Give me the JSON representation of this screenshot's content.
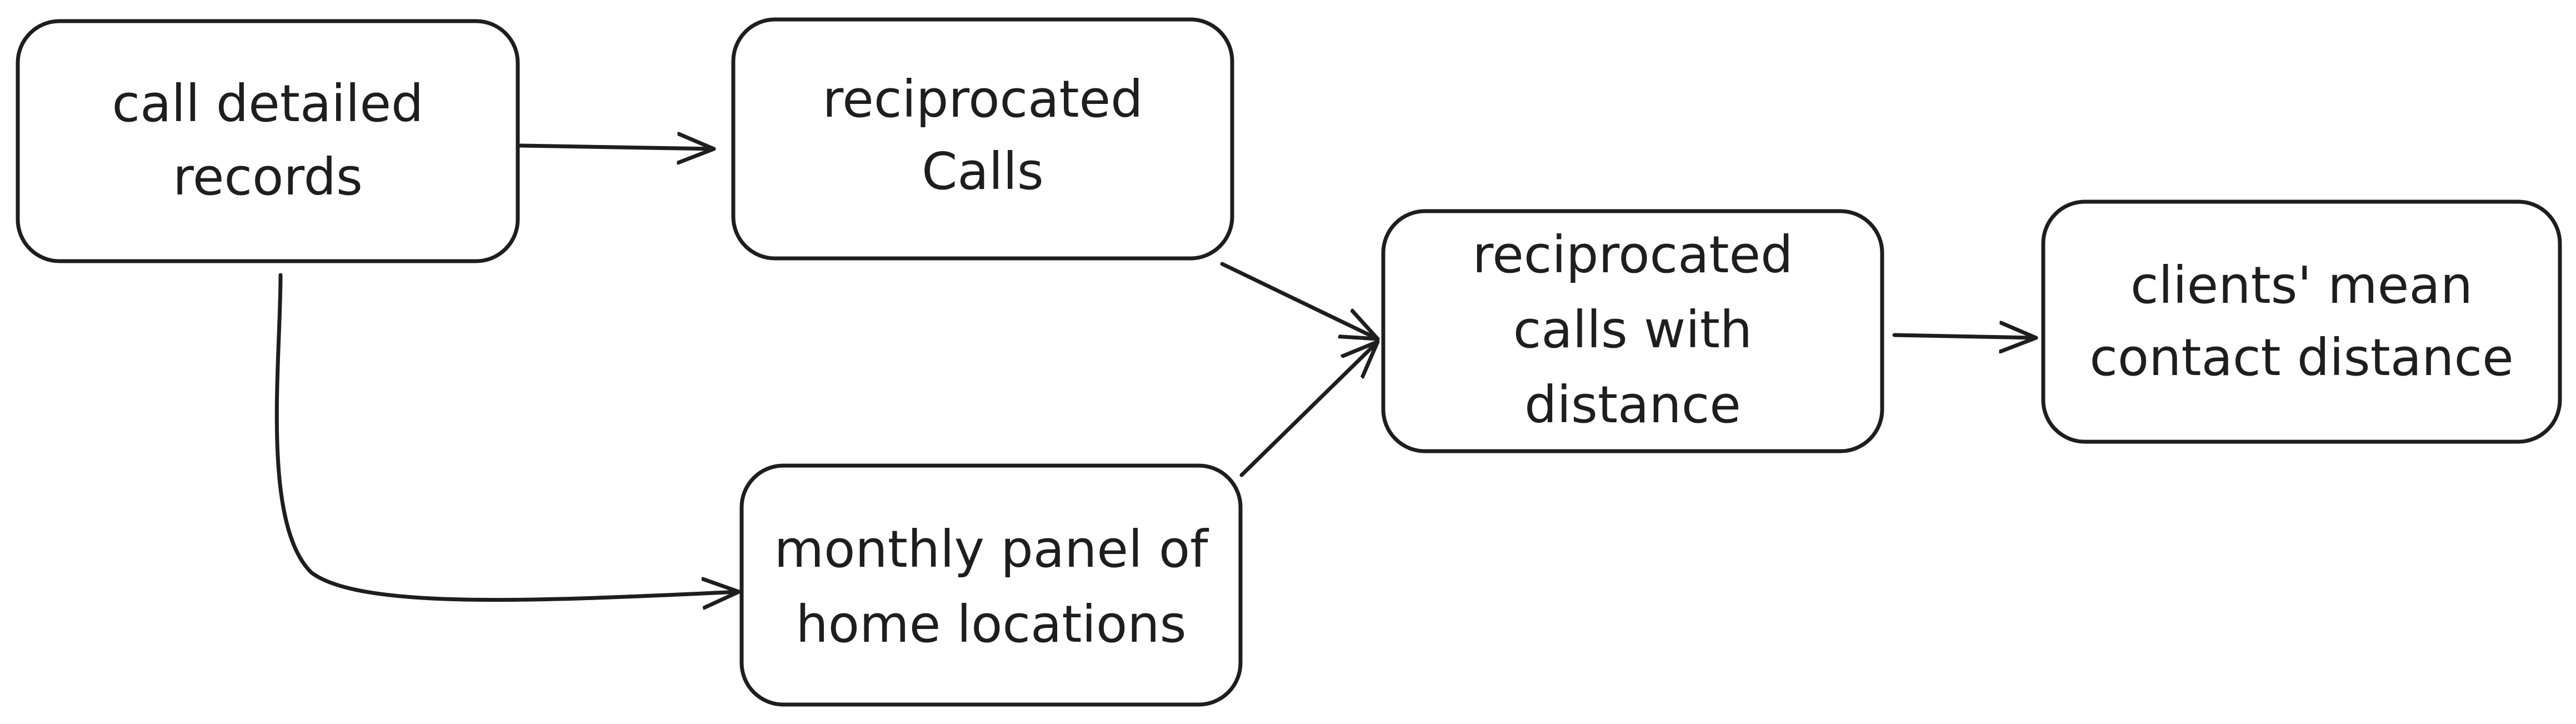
{
  "diagram": {
    "nodes": [
      {
        "id": "cdr",
        "lines": [
          "call detailed",
          "records"
        ]
      },
      {
        "id": "recip",
        "lines": [
          "reciprocated",
          "Calls"
        ]
      },
      {
        "id": "monthly",
        "lines": [
          "monthly panel of",
          "home locations"
        ]
      },
      {
        "id": "recipdist",
        "lines": [
          "reciprocated",
          "calls with",
          "distance"
        ]
      },
      {
        "id": "meandist",
        "lines": [
          "clients' mean",
          "contact distance"
        ]
      }
    ],
    "edges": [
      {
        "from": "cdr",
        "to": "recip"
      },
      {
        "from": "cdr",
        "to": "monthly"
      },
      {
        "from": "recip",
        "to": "recipdist"
      },
      {
        "from": "monthly",
        "to": "recipdist"
      },
      {
        "from": "recipdist",
        "to": "meandist"
      }
    ],
    "colors": {
      "stroke": "#1e1e1e",
      "fill": "#ffffff"
    }
  }
}
